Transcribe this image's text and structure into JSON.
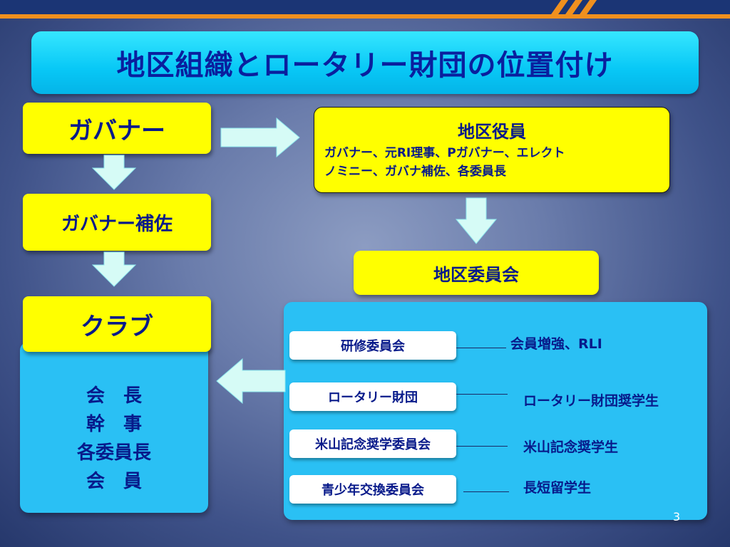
{
  "slide": {
    "title": "地区組織とロータリー財団の位置付け",
    "page_number": "3"
  },
  "left_column": {
    "governor": "ガバナー",
    "assistant_governor": "ガバナー補佐",
    "club": "クラブ",
    "club_members": "会　長\n幹　事\n各委員長\n会　員"
  },
  "district_officers": {
    "heading": "地区役員",
    "members": "ガバナー、元RI理事、Pガバナー、エレクト\nノミニー、ガバナ補佐、各委員長"
  },
  "district_committee": {
    "label": "地区委員会"
  },
  "committees": [
    {
      "name": "研修委員会",
      "outcome": "会員増強、RLI"
    },
    {
      "name": "ロータリー財団",
      "outcome": "ロータリー財団奨学生"
    },
    {
      "name": "米山記念奨学委員会",
      "outcome": "米山記念奨学生"
    },
    {
      "name": "青少年交換委員会",
      "outcome": "長短留学生"
    }
  ],
  "colors": {
    "title_fill": "#08c8f6",
    "yellow_box": "#ffff00",
    "panel_blue": "#2ac0f4",
    "text_navy": "#081a8a",
    "arrow_fill": "#d6fbf6",
    "accent_orange": "#f0901e",
    "top_bar": "#1b3575"
  }
}
